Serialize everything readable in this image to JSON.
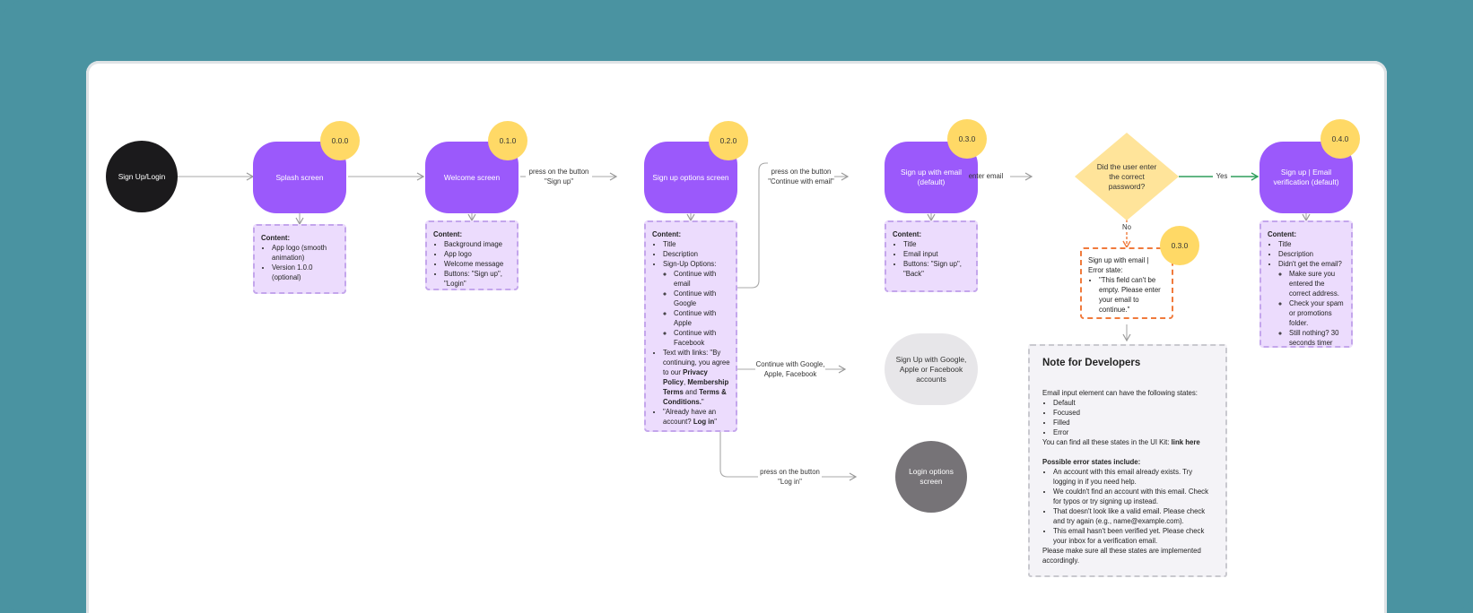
{
  "nodes": {
    "start": "Sign Up/Login",
    "splash": "Splash screen",
    "welcome": "Welcome screen",
    "signup_options": "Sign up options screen",
    "signup_email": "Sign up with email (default)",
    "decision": "Did the user enter the correct password?",
    "verification": "Sign up | Email verification (default)",
    "social": "Sign Up with Google, Apple or Facebook accounts",
    "login_options": "Login options screen"
  },
  "badges": {
    "splash": "0.0.0",
    "welcome": "0.1.0",
    "signup_options": "0.2.0",
    "signup_email": "0.3.0",
    "error": "0.3.0",
    "verification": "0.4.0"
  },
  "labels": {
    "signup_btn_1": "press on the button",
    "signup_btn_2": "\"Sign up\"",
    "email_btn_1": "press on the button",
    "email_btn_2": "\"Continue with email\"",
    "enter_email": "enter email",
    "yes": "Yes",
    "no": "No",
    "social_1": "Continue with Google,",
    "social_2": "Apple, Facebook",
    "login_btn_1": "press on the button",
    "login_btn_2": "\"Log in\""
  },
  "content": {
    "heading": "Content:",
    "splash": [
      "App logo (smooth animation)",
      "Version 1.0.0 (optional)"
    ],
    "welcome": [
      "Background image",
      "App logo",
      "Welcome message",
      "Buttons: \"Sign up\", \"Login\""
    ],
    "signup_options": {
      "title": "Title",
      "description": "Description",
      "options_label": "Sign-Up Options:",
      "options": [
        "Continue with email",
        "Continue with Google",
        "Continue with Apple",
        "Continue with Facebook"
      ],
      "terms_prefix": "Text with links: \"By continuing, you agree to our",
      "privacy": "Privacy Policy",
      "comma": ",",
      "membership": "Membership Terms",
      "and": "and",
      "terms": "Terms & Conditions.",
      "quote_end": "\"",
      "account_prefix": "\"Already have an account?",
      "login": "Log in",
      "account_end": "\""
    },
    "signup_email": [
      "Title",
      "Email input",
      "Buttons: \"Sign up\", \"Back\""
    ],
    "verification": {
      "title": "Title",
      "description": "Description",
      "question": "Didn't get the email?",
      "tips": [
        "Make sure you entered the correct address.",
        "Check your spam or promotions folder.",
        "Still nothing? 30 seconds timer"
      ]
    }
  },
  "error": {
    "title": "Sign up with email | Error state:",
    "message": "\"This field can't be empty. Please enter your email to continue.\""
  },
  "note": {
    "heading": "Note for Developers",
    "intro": "Email input element can have the following states:",
    "states": [
      "Default",
      "Focused",
      "Filled",
      "Error"
    ],
    "uikit_prefix": "You can find all these states in the UI Kit:",
    "uikit_link": "link here",
    "errors_heading": "Possible error states include:",
    "errors": [
      "An account with this email already exists. Try logging in if you need help.",
      "We couldn't find an account with this email. Check for typos or try signing up instead.",
      "That doesn't look like a valid email. Please check and try again (e.g., name@example.com).",
      "This email hasn't been verified yet. Please check your inbox for a verification email."
    ],
    "footer": "Please make sure all these states are implemented accordingly."
  },
  "colors": {
    "screen": "#9b59fb",
    "badge": "#ffd966",
    "decision": "#ffe49a",
    "yes_arrow": "#2e9e5b",
    "no_arrow": "#f07a3c",
    "background": "#4a93a1"
  }
}
